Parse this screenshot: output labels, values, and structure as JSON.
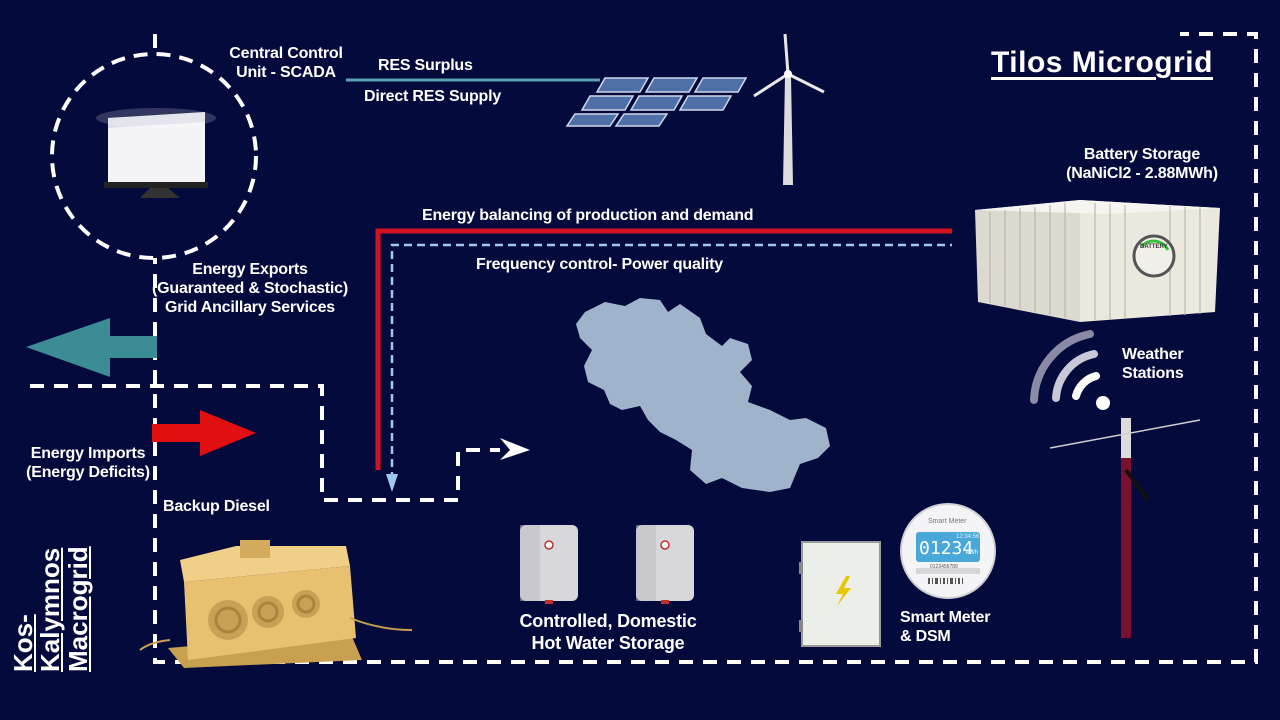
{
  "title": "Tilos Microgrid",
  "macrogrid_label": [
    "Kos-",
    "Kalymnos",
    "Macrogrid"
  ],
  "labels": {
    "scada": [
      "Central Control",
      "Unit - SCADA"
    ],
    "res_surplus": "RES Surplus",
    "direct_res": "Direct RES Supply",
    "battery": [
      "Battery Storage",
      "(NaNiCl2 - 2.88MWh)"
    ],
    "balancing": "Energy balancing of production and demand",
    "frequency": "Frequency control- Power quality",
    "exports": [
      "Energy  Exports",
      "(Guaranteed  & Stochastic)",
      "Grid Ancillary Services"
    ],
    "imports": [
      "Energy Imports",
      "(Energy Deficits)"
    ],
    "backup": "Backup Diesel",
    "weather": [
      "Weather",
      "Stations"
    ],
    "hot_water": [
      "Controlled, Domestic",
      "Hot Water Storage"
    ],
    "smart_meter": [
      "Smart Meter",
      "& DSM"
    ]
  },
  "battery_badge": "BATTERY",
  "meter": {
    "brand": "Smart Meter",
    "reading": "01234",
    "unit": "kWh",
    "time": "12:34:56",
    "serial": "0123456789"
  },
  "colors": {
    "background": "#050a3c",
    "balancing_line": "#d2121e",
    "frequency_line": "#9ec8f0",
    "export_arrow": "#3c8c96",
    "import_arrow": "#e01010",
    "island": "#9fb3ca",
    "res_line": "#5aa0b4"
  },
  "icons": [
    "monitor-icon",
    "solar-panel-icon",
    "wind-turbine-icon",
    "battery-container-icon",
    "wifi-signal-icon",
    "diesel-generator-icon",
    "water-heater-icon",
    "electrical-cabinet-icon",
    "smart-meter-icon",
    "island-map-icon",
    "weather-mast-icon"
  ]
}
